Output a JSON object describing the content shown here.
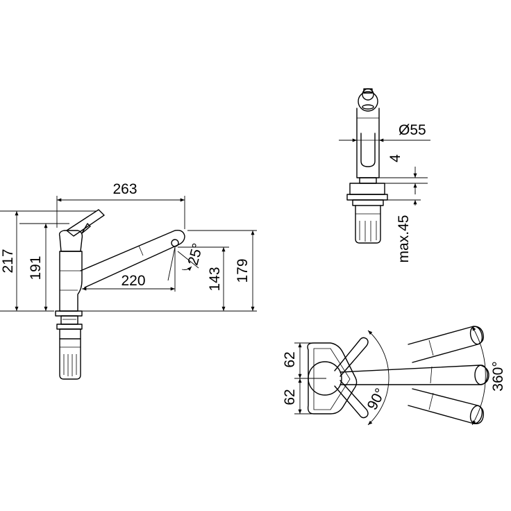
{
  "side_view": {
    "dims": {
      "overall_length": "263",
      "height_total": "217",
      "height_spout": "191",
      "spout_reach": "220",
      "outlet_height": "143",
      "spout_height": "179",
      "angle": "25°"
    }
  },
  "front_view": {
    "dims": {
      "diameter": "Ø55",
      "gap": "4",
      "max_thickness": "max.45"
    }
  },
  "top_view": {
    "dims": {
      "offset_top": "62",
      "offset_bottom": "62",
      "lever_angle": "90°",
      "swivel_angle": "360°"
    }
  }
}
